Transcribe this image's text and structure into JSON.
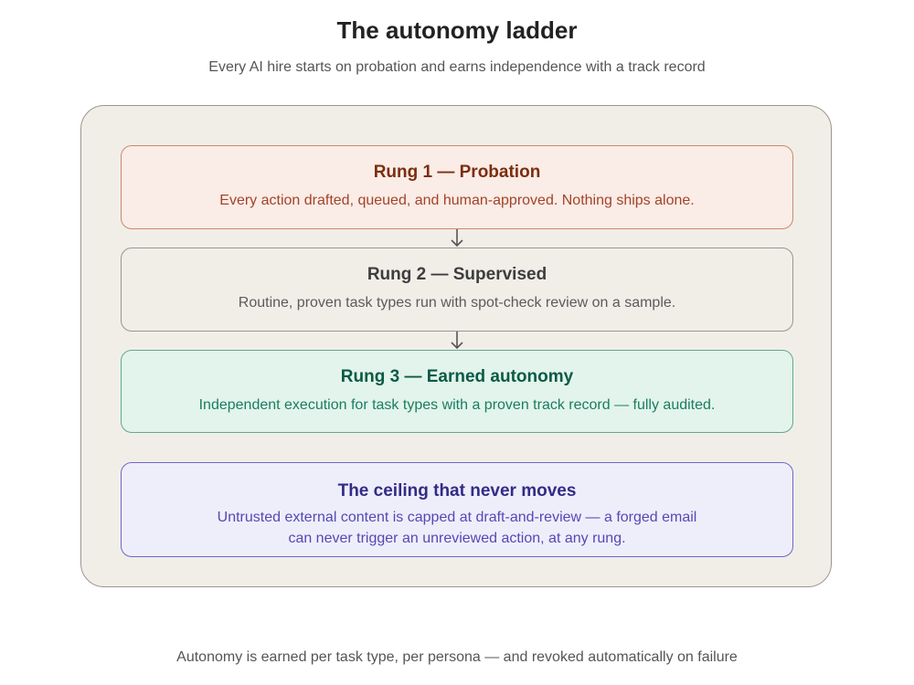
{
  "header": {
    "title": "The autonomy ladder",
    "subtitle": "Every AI hire starts on probation and earns independence with a track record"
  },
  "rungs": [
    {
      "name": "Rung 1 — Probation",
      "description": "Every action drafted, queued, and human-approved. Nothing ships alone."
    },
    {
      "name": "Rung 2 — Supervised",
      "description": "Routine, proven task types run with spot-check review on a sample."
    },
    {
      "name": "Rung 3 — Earned autonomy",
      "description": "Independent execution for task types with a proven track record — fully audited."
    }
  ],
  "ceiling": {
    "name": "The ceiling that never moves",
    "description_line1": "Untrusted external content is capped at draft-and-review — a forged email",
    "description_line2": "can never trigger an unreviewed action, at any rung."
  },
  "footer": {
    "note": "Autonomy is earned per task type, per persona — and revoked automatically on failure"
  },
  "colors": {
    "probation": "#a3432a",
    "supervised": "#5b5b5b",
    "earned": "#1a7d60",
    "ceiling": "#5548b5",
    "arrow": "#555555"
  }
}
